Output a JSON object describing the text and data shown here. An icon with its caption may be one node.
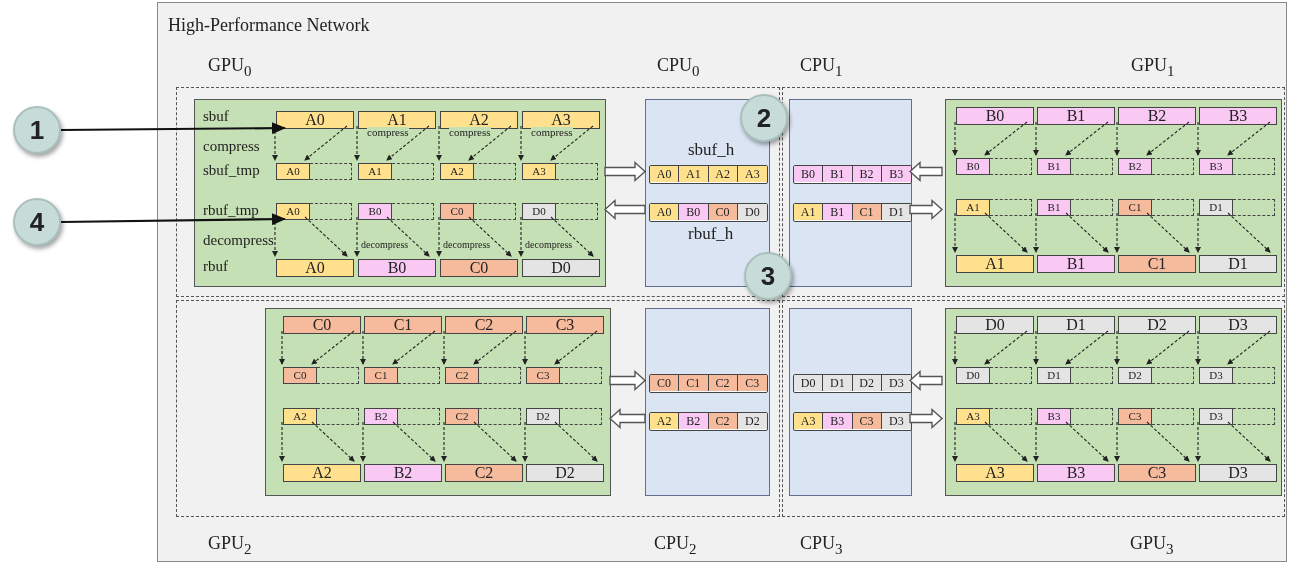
{
  "diagram": {
    "nodes": [
      {
        "text": [
          "High-Performance Network"
        ]
      },
      {
        "text": [],
        "shape": "box",
        "in": 0
      },
      {
        "text": [],
        "shape": "box",
        "in": 0
      },
      {
        "text": [],
        "shape": "box",
        "in": 0
      },
      {
        "text": [],
        "shape": "box",
        "in": 0
      },
      {
        "text": [
          "sbuf",
          "compress",
          "sbuf_tmp",
          "rbuf_tmp",
          "decompress",
          "rbuf"
        ],
        "in": 1,
        "beside": [
          "GPU$_{0}$"
        ]
      },
      {
        "text": [
          "sbuf_h",
          "rbuf_h"
        ],
        "in": 1,
        "beside": [
          "CPU$_{0}$"
        ]
      },
      {
        "text": [],
        "shape": "box",
        "in": 2,
        "beside": [
          "CPU$_{1}$"
        ]
      },
      {
        "text": [],
        "shape": "box",
        "in": 2,
        "beside": [
          "GPU$_{1}$"
        ]
      },
      {
        "text": [],
        "shape": "box",
        "in": 3,
        "beside": [
          "GPU$_{2}$"
        ]
      },
      {
        "text": [],
        "shape": "box",
        "in": 3,
        "beside": [
          "CPU$_{2}$"
        ]
      },
      {
        "text": [],
        "shape": "box",
        "in": 4,
        "beside": [
          "CPU$_{3}$"
        ]
      },
      {
        "text": [],
        "shape": "box",
        "in": 4,
        "beside": [
          "GPU$_{3}$"
        ]
      },
      {
        "text": [
          "A0"
        ],
        "in": 5
      },
      {
        "text": [
          "A1"
        ],
        "in": 5
      },
      {
        "text": [
          "A2"
        ],
        "in": 5
      },
      {
        "text": [
          "A3"
        ],
        "in": 5
      },
      {
        "text": [
          "A0"
        ],
        "in": 5
      },
      {
        "text": [
          "A1"
        ],
        "in": 5
      },
      {
        "text": [
          "A2"
        ],
        "in": 5
      },
      {
        "text": [
          "A3"
        ],
        "in": 5
      },
      {
        "text": [
          "A0"
        ],
        "in": 5
      },
      {
        "text": [
          "B0"
        ],
        "in": 5
      },
      {
        "text": [
          "C0"
        ],
        "in": 5
      },
      {
        "text": [
          "D0"
        ],
        "in": 5
      },
      {
        "text": [
          "A0"
        ],
        "in": 5
      },
      {
        "text": [
          "B0"
        ],
        "in": 5
      },
      {
        "text": [
          "C0"
        ],
        "in": 5
      },
      {
        "text": [
          "D0"
        ],
        "in": 5
      },
      {
        "text": [
          "B0"
        ],
        "in": 8
      },
      {
        "text": [
          "B1"
        ],
        "in": 8
      },
      {
        "text": [
          "B2"
        ],
        "in": 8
      },
      {
        "text": [
          "B3"
        ],
        "in": 8
      },
      {
        "text": [
          "B0"
        ],
        "in": 8
      },
      {
        "text": [
          "B1"
        ],
        "in": 8
      },
      {
        "text": [
          "B2"
        ],
        "in": 8
      },
      {
        "text": [
          "B3"
        ],
        "in": 8
      },
      {
        "text": [
          "A1"
        ],
        "in": 8
      },
      {
        "text": [
          "B1"
        ],
        "in": 8
      },
      {
        "text": [
          "C1"
        ],
        "in": 8
      },
      {
        "text": [
          "D1"
        ],
        "in": 8
      },
      {
        "text": [
          "A1"
        ],
        "in": 8
      },
      {
        "text": [
          "B1"
        ],
        "in": 8
      },
      {
        "text": [
          "C1"
        ],
        "in": 8
      },
      {
        "text": [
          "D1"
        ],
        "in": 8
      },
      {
        "text": [
          "C0"
        ],
        "in": 9
      },
      {
        "text": [
          "C1"
        ],
        "in": 9
      },
      {
        "text": [
          "C2"
        ],
        "in": 9
      },
      {
        "text": [
          "C3"
        ],
        "in": 9
      },
      {
        "text": [
          "C0"
        ],
        "in": 9
      },
      {
        "text": [
          "C1"
        ],
        "in": 9
      },
      {
        "text": [
          "C2"
        ],
        "in": 9
      },
      {
        "text": [
          "C3"
        ],
        "in": 9
      },
      {
        "text": [
          "A2"
        ],
        "in": 9
      },
      {
        "text": [
          "B2"
        ],
        "in": 9
      },
      {
        "text": [
          "C2"
        ],
        "in": 9
      },
      {
        "text": [
          "D2"
        ],
        "in": 9
      },
      {
        "text": [
          "A2"
        ],
        "in": 9
      },
      {
        "text": [
          "B2"
        ],
        "in": 9
      },
      {
        "text": [
          "C2"
        ],
        "in": 9
      },
      {
        "text": [
          "D2"
        ],
        "in": 9
      },
      {
        "text": [
          "D0"
        ],
        "in": 12
      },
      {
        "text": [
          "D1"
        ],
        "in": 12
      },
      {
        "text": [
          "D2"
        ],
        "in": 12
      },
      {
        "text": [
          "D3"
        ],
        "in": 12
      },
      {
        "text": [
          "D0"
        ],
        "in": 12
      },
      {
        "text": [
          "D1"
        ],
        "in": 12
      },
      {
        "text": [
          "D2"
        ],
        "in": 12
      },
      {
        "text": [
          "D3"
        ],
        "in": 12
      },
      {
        "text": [
          "A3"
        ],
        "in": 12
      },
      {
        "text": [
          "B3"
        ],
        "in": 12
      },
      {
        "text": [
          "C3"
        ],
        "in": 12
      },
      {
        "text": [
          "D3"
        ],
        "in": 12
      },
      {
        "text": [
          "A3"
        ],
        "in": 12
      },
      {
        "text": [
          "B3"
        ],
        "in": 12
      },
      {
        "text": [
          "C3"
        ],
        "in": 12
      },
      {
        "text": [
          "D3"
        ],
        "in": 12
      },
      {
        "text": [],
        "shape": "bar",
        "in": 6
      },
      {
        "text": [
          "A0"
        ],
        "in": 77
      },
      {
        "text": [
          "A1"
        ],
        "in": 77
      },
      {
        "text": [
          "A2"
        ],
        "in": 77
      },
      {
        "text": [
          "A3"
        ],
        "in": 77
      },
      {
        "text": [],
        "shape": "bar",
        "in": 6
      },
      {
        "text": [
          "A0"
        ],
        "in": 82
      },
      {
        "text": [
          "B0"
        ],
        "in": 82
      },
      {
        "text": [
          "C0"
        ],
        "in": 82
      },
      {
        "text": [
          "D0"
        ],
        "in": 82
      },
      {
        "text": [],
        "shape": "bar",
        "in": 7
      },
      {
        "text": [
          "B0"
        ],
        "in": 87
      },
      {
        "text": [
          "B1"
        ],
        "in": 87
      },
      {
        "text": [
          "B2"
        ],
        "in": 87
      },
      {
        "text": [
          "B3"
        ],
        "in": 87
      },
      {
        "text": [],
        "shape": "bar",
        "in": 7
      },
      {
        "text": [
          "A1"
        ],
        "in": 92
      },
      {
        "text": [
          "B1"
        ],
        "in": 92
      },
      {
        "text": [
          "C1"
        ],
        "in": 92
      },
      {
        "text": [
          "D1"
        ],
        "in": 92
      },
      {
        "text": [],
        "shape": "bar",
        "in": 10
      },
      {
        "text": [
          "C0"
        ],
        "in": 97
      },
      {
        "text": [
          "C1"
        ],
        "in": 97
      },
      {
        "text": [
          "C2"
        ],
        "in": 97
      },
      {
        "text": [
          "C3"
        ],
        "in": 97
      },
      {
        "text": [],
        "shape": "bar",
        "in": 10
      },
      {
        "text": [
          "A2"
        ],
        "in": 102
      },
      {
        "text": [
          "B2"
        ],
        "in": 102
      },
      {
        "text": [
          "C2"
        ],
        "in": 102
      },
      {
        "text": [
          "D2"
        ],
        "in": 102
      },
      {
        "text": [],
        "shape": "bar",
        "in": 11
      },
      {
        "text": [
          "D0"
        ],
        "in": 107
      },
      {
        "text": [
          "D1"
        ],
        "in": 107
      },
      {
        "text": [
          "D2"
        ],
        "in": 107
      },
      {
        "text": [
          "D3"
        ],
        "in": 107
      },
      {
        "text": [],
        "shape": "bar",
        "in": 11
      },
      {
        "text": [
          "A3"
        ],
        "in": 112
      },
      {
        "text": [
          "B3"
        ],
        "in": 112
      },
      {
        "text": [
          "C3"
        ],
        "in": 112
      },
      {
        "text": [
          "D3"
        ],
        "in": 112
      },
      {
        "text": [
          "1"
        ]
      },
      {
        "text": [
          "4"
        ]
      },
      {
        "text": [
          "2"
        ],
        "in": 0
      },
      {
        "text": [
          "3"
        ],
        "in": 0
      }
    ],
    "edges": [
      {
        "from": 13,
        "to": 17,
        "arrow": "to",
        "style": "dashed"
      },
      {
        "from": 13,
        "to": 17,
        "arrow": "to",
        "style": "dashed"
      },
      {
        "from": 21,
        "to": 25,
        "arrow": "to",
        "style": "dashed"
      },
      {
        "from": 21,
        "to": 25,
        "arrow": "to",
        "style": "dashed"
      },
      {
        "from": 14,
        "to": 18,
        "arrow": "to",
        "style": "dashed"
      },
      {
        "from": 14,
        "to": 18,
        "arrow": "to",
        "style": "dashed"
      },
      {
        "from": 22,
        "to": 26,
        "arrow": "to",
        "style": "dashed"
      },
      {
        "from": 22,
        "to": 26,
        "arrow": "to",
        "style": "dashed"
      },
      {
        "from": 15,
        "to": 19,
        "arrow": "to",
        "style": "dashed"
      },
      {
        "from": 15,
        "to": 19,
        "arrow": "to",
        "style": "dashed"
      },
      {
        "from": 23,
        "to": 27,
        "arrow": "to",
        "style": "dashed"
      },
      {
        "from": 23,
        "to": 27,
        "arrow": "to",
        "style": "dashed"
      },
      {
        "from": 16,
        "to": 20,
        "arrow": "to",
        "style": "dashed"
      },
      {
        "from": 16,
        "to": 20,
        "arrow": "to",
        "style": "dashed"
      },
      {
        "from": 24,
        "to": 28,
        "arrow": "to",
        "style": "dashed"
      },
      {
        "from": 24,
        "to": 28,
        "arrow": "to",
        "style": "dashed"
      },
      {
        "from": 29,
        "to": 33,
        "arrow": "to",
        "style": "dashed"
      },
      {
        "from": 29,
        "to": 33,
        "arrow": "to",
        "style": "dashed"
      },
      {
        "from": 37,
        "to": 41,
        "arrow": "to",
        "style": "dashed"
      },
      {
        "from": 37,
        "to": 41,
        "arrow": "to",
        "style": "dashed"
      },
      {
        "from": 30,
        "to": 34,
        "arrow": "to",
        "style": "dashed"
      },
      {
        "from": 30,
        "to": 34,
        "arrow": "to",
        "style": "dashed"
      },
      {
        "from": 38,
        "to": 42,
        "arrow": "to",
        "style": "dashed"
      },
      {
        "from": 38,
        "to": 42,
        "arrow": "to",
        "style": "dashed"
      },
      {
        "from": 31,
        "to": 35,
        "arrow": "to",
        "style": "dashed"
      },
      {
        "from": 31,
        "to": 35,
        "arrow": "to",
        "style": "dashed"
      },
      {
        "from": 39,
        "to": 43,
        "arrow": "to",
        "style": "dashed"
      },
      {
        "from": 39,
        "to": 43,
        "arrow": "to",
        "style": "dashed"
      },
      {
        "from": 32,
        "to": 36,
        "arrow": "to",
        "style": "dashed"
      },
      {
        "from": 32,
        "to": 36,
        "arrow": "to",
        "style": "dashed"
      },
      {
        "from": 40,
        "to": 44,
        "arrow": "to",
        "style": "dashed"
      },
      {
        "from": 40,
        "to": 44,
        "arrow": "to",
        "style": "dashed"
      },
      {
        "from": 45,
        "to": 49,
        "arrow": "to",
        "style": "dashed"
      },
      {
        "from": 45,
        "to": 49,
        "arrow": "to",
        "style": "dashed"
      },
      {
        "from": 53,
        "to": 57,
        "arrow": "to",
        "style": "dashed"
      },
      {
        "from": 53,
        "to": 57,
        "arrow": "to",
        "style": "dashed"
      },
      {
        "from": 46,
        "to": 50,
        "arrow": "to",
        "style": "dashed"
      },
      {
        "from": 46,
        "to": 50,
        "arrow": "to",
        "style": "dashed"
      },
      {
        "from": 54,
        "to": 58,
        "arrow": "to",
        "style": "dashed"
      },
      {
        "from": 54,
        "to": 58,
        "arrow": "to",
        "style": "dashed"
      },
      {
        "from": 47,
        "to": 51,
        "arrow": "to",
        "style": "dashed"
      },
      {
        "from": 47,
        "to": 51,
        "arrow": "to",
        "style": "dashed"
      },
      {
        "from": 55,
        "to": 59,
        "arrow": "to",
        "style": "dashed"
      },
      {
        "from": 55,
        "to": 59,
        "arrow": "to",
        "style": "dashed"
      },
      {
        "from": 48,
        "to": 52,
        "arrow": "to",
        "style": "dashed"
      },
      {
        "from": 48,
        "to": 52,
        "arrow": "to",
        "style": "dashed"
      },
      {
        "from": 56,
        "to": 60,
        "arrow": "to",
        "style": "dashed"
      },
      {
        "from": 56,
        "to": 60,
        "arrow": "to",
        "style": "dashed"
      },
      {
        "from": 61,
        "to": 65,
        "arrow": "to",
        "style": "dashed"
      },
      {
        "from": 61,
        "to": 65,
        "arrow": "to",
        "style": "dashed"
      },
      {
        "from": 69,
        "to": 73,
        "arrow": "to",
        "style": "dashed"
      },
      {
        "from": 69,
        "to": 73,
        "arrow": "to",
        "style": "dashed"
      },
      {
        "from": 62,
        "to": 66,
        "arrow": "to",
        "style": "dashed"
      },
      {
        "from": 62,
        "to": 66,
        "arrow": "to",
        "style": "dashed"
      },
      {
        "from": 70,
        "to": 74,
        "arrow": "to",
        "style": "dashed"
      },
      {
        "from": 70,
        "to": 74,
        "arrow": "to",
        "style": "dashed"
      },
      {
        "from": 63,
        "to": 67,
        "arrow": "to",
        "style": "dashed"
      },
      {
        "from": 63,
        "to": 67,
        "arrow": "to",
        "style": "dashed"
      },
      {
        "from": 71,
        "to": 75,
        "arrow": "to",
        "style": "dashed"
      },
      {
        "from": 71,
        "to": 75,
        "arrow": "to",
        "style": "dashed"
      },
      {
        "from": 64,
        "to": 68,
        "arrow": "to",
        "style": "dashed"
      },
      {
        "from": 64,
        "to": 68,
        "arrow": "to",
        "style": "dashed"
      },
      {
        "from": 72,
        "to": 76,
        "arrow": "to",
        "style": "dashed"
      },
      {
        "from": 72,
        "to": 76,
        "arrow": "to",
        "style": "dashed"
      },
      {
        "from": 5,
        "to": 77,
        "arrow": "to"
      },
      {
        "from": 82,
        "to": 5,
        "arrow": "to"
      },
      {
        "from": 8,
        "to": 87,
        "arrow": "to"
      },
      {
        "from": 92,
        "to": 8,
        "arrow": "to"
      },
      {
        "from": 9,
        "to": 97,
        "arrow": "to"
      },
      {
        "from": 102,
        "to": 9,
        "arrow": "to"
      },
      {
        "from": 12,
        "to": 107,
        "arrow": "to"
      },
      {
        "from": 112,
        "to": 12,
        "arrow": "to"
      },
      {
        "from": 117,
        "to": 13,
        "arrow": "to"
      },
      {
        "from": 118,
        "to": 21,
        "arrow": "to"
      }
    ],
    "labels": [
      "compress",
      "compress",
      "compress",
      "decompress",
      "decompress",
      "decompress"
    ]
  }
}
